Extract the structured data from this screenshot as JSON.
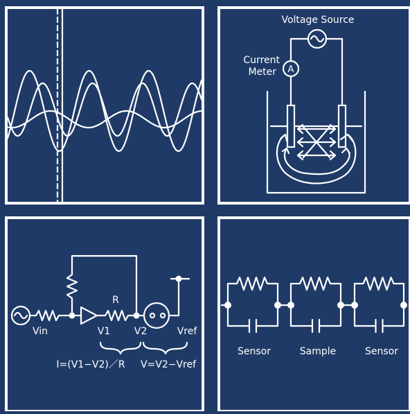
{
  "colors": {
    "background": "#1f3a66",
    "line": "#ffffff"
  },
  "panels": {
    "waveform": {},
    "electrochem": {
      "voltage_source_label": "Voltage Source",
      "current_meter_line1": "Current",
      "current_meter_line2": "Meter",
      "ammeter_symbol": "A"
    },
    "amplifier": {
      "vin_label": "Vin",
      "r_label": "R",
      "v1_label": "V1",
      "v2_label": "V2",
      "vref_label": "Vref",
      "current_formula": "I=(V1−V2)／R",
      "voltage_formula": "V=V2−Vref"
    },
    "network": {
      "sensor_left_label": "Sensor",
      "sample_label": "Sample",
      "sensor_right_label": "Sensor"
    }
  }
}
